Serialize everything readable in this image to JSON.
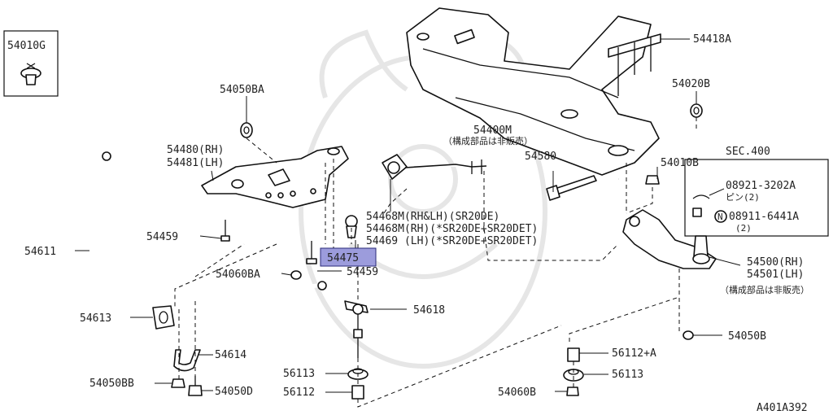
{
  "diagram_id": "A401A392",
  "sec_ref": "SEC.400",
  "labels": {
    "p54010G": "54010G",
    "p54050BA": "54050BA",
    "p54480": "54480(RH)",
    "p54481": "54481(LH)",
    "p54400M": "54400M",
    "p54400M_note": "（構成部品は非販売）",
    "p54418A": "54418A",
    "p54020B": "54020B",
    "p54580": "54580",
    "p54010B": "54010B",
    "p54611": "54611",
    "p54459_upper": "54459",
    "p54468M_a": "54468M(RH&LH)(SR20DE)",
    "p54468M_b": "54468M(RH)(*SR20DE+SR20DET)",
    "p54469": "54469 (LH)(*SR20DE+SR20DET)",
    "p54475": "54475",
    "p54459_lower": "54459",
    "p54060BA": "54060BA",
    "p54613": "54613",
    "p54618": "54618",
    "p54614": "54614",
    "p54050BB": "54050BB",
    "p54050D": "54050D",
    "p56113_left": "56113",
    "p56112": "56112",
    "p08921": "08921-3202A",
    "p08921_sub": "ピン(2)",
    "p08911": "08911-6441A",
    "p08911_sub": "(2)",
    "n_mark": "N",
    "p54500": "54500(RH)",
    "p54501": "54501(LH)",
    "p54500_note": "（構成部品は非販売）",
    "p54050B": "54050B",
    "p56112A": "56112+A",
    "p56113_right": "56113",
    "p54060B": "54060B"
  },
  "highlight": {
    "part": "54475",
    "color": "#9c9cdc"
  }
}
